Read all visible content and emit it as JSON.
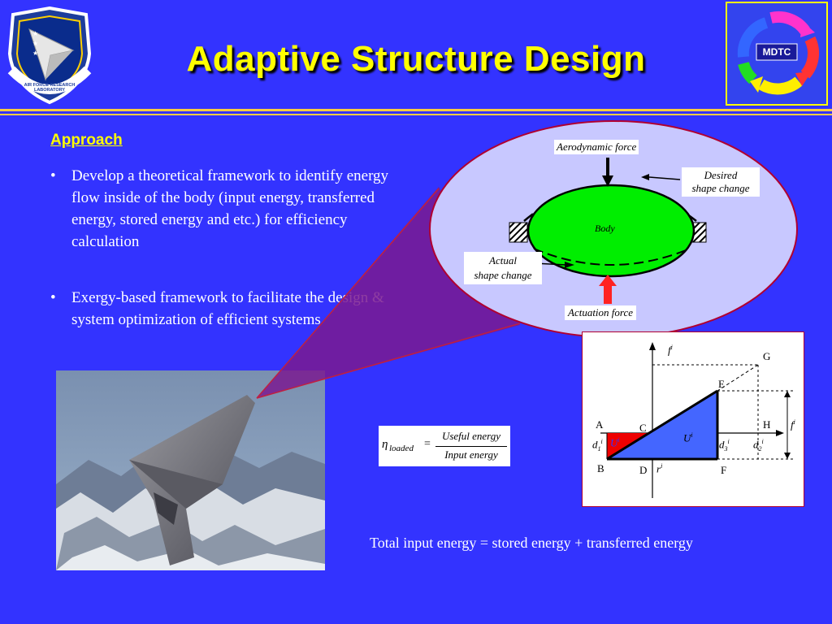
{
  "header": {
    "title": "Adaptive Structure Design",
    "left_logo_text": "AIR FORCE RESEARCH LABORATORY",
    "right_logo_text": "MDTC",
    "left_logo_icon": "afrl-shield-icon",
    "right_logo_icon": "mdtc-arrows-icon"
  },
  "content": {
    "heading": "Approach",
    "bullet_marker": "•",
    "bullets": [
      "Develop a theoretical framework to identify energy flow inside of the body (input energy, transferred energy, stored energy and etc.) for efficiency calculation",
      "Exergy-based framework to facilitate the design & system optimization of efficient systems"
    ],
    "footer_equation": "Total input energy = stored energy + transferred energy"
  },
  "diagram": {
    "aero_force": "Aerodynamic force",
    "desired_1": "Desired",
    "desired_2": "shape change",
    "body": "Body",
    "actual_1": "Actual",
    "actual_2": "shape change",
    "actuation": "Actuation force"
  },
  "formula": {
    "eta": "η",
    "sub": "loaded",
    "eq": "=",
    "numerator": "Useful energy",
    "denominator": "Input energy"
  },
  "graph": {
    "f": "f",
    "sup_i": "i",
    "G": "G",
    "E": "E",
    "A": "A",
    "C": "C",
    "H": "H",
    "B": "B",
    "D": "D",
    "F": "F",
    "d1": "d",
    "d1_sub": "1",
    "U_in": "U",
    "U_c": "U",
    "d3": "d",
    "d3_sub": "3",
    "d2": "d",
    "d2_sub": "2",
    "r": "r"
  },
  "colors": {
    "background": "#3333ff",
    "title": "#ffff00",
    "body_fill": "#00ee00",
    "ellipse_fill": "#c8c8ff",
    "red_region": "#ee0000",
    "blue_region": "#4466ff"
  }
}
